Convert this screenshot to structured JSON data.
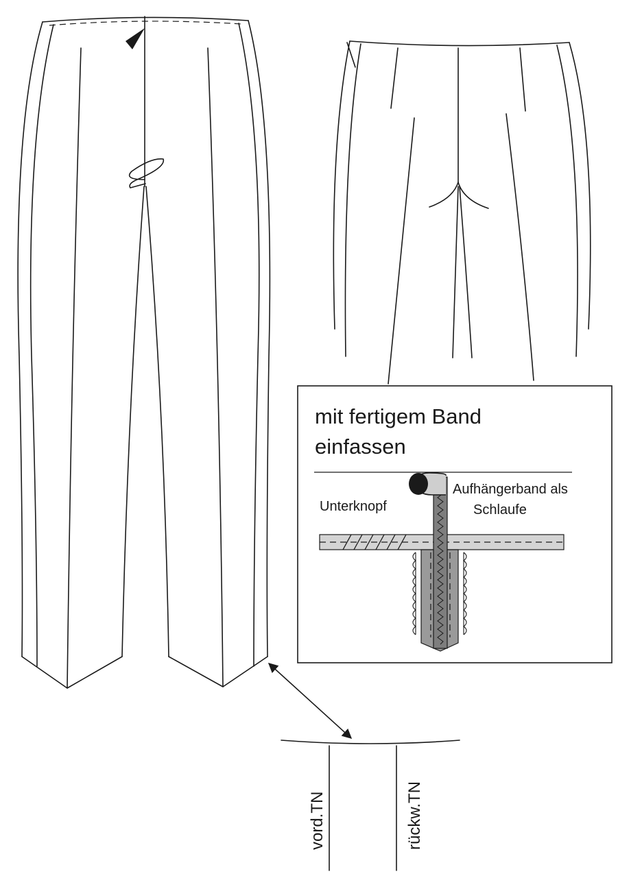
{
  "detail_box": {
    "title_line1": "mit fertigem Band",
    "title_line2": "einfassen",
    "label_button": "Unterknopf",
    "label_loop_line1": "Aufhängerband als",
    "label_loop_line2": "Schlaufe"
  },
  "hem_detail": {
    "label_front": "vord.TN",
    "label_back": "rückw.TN"
  },
  "colors": {
    "line": "#1a1a1a",
    "band_gray": "#8a8a8a",
    "seam_gray": "#d4d4d4",
    "background": "#ffffff"
  }
}
